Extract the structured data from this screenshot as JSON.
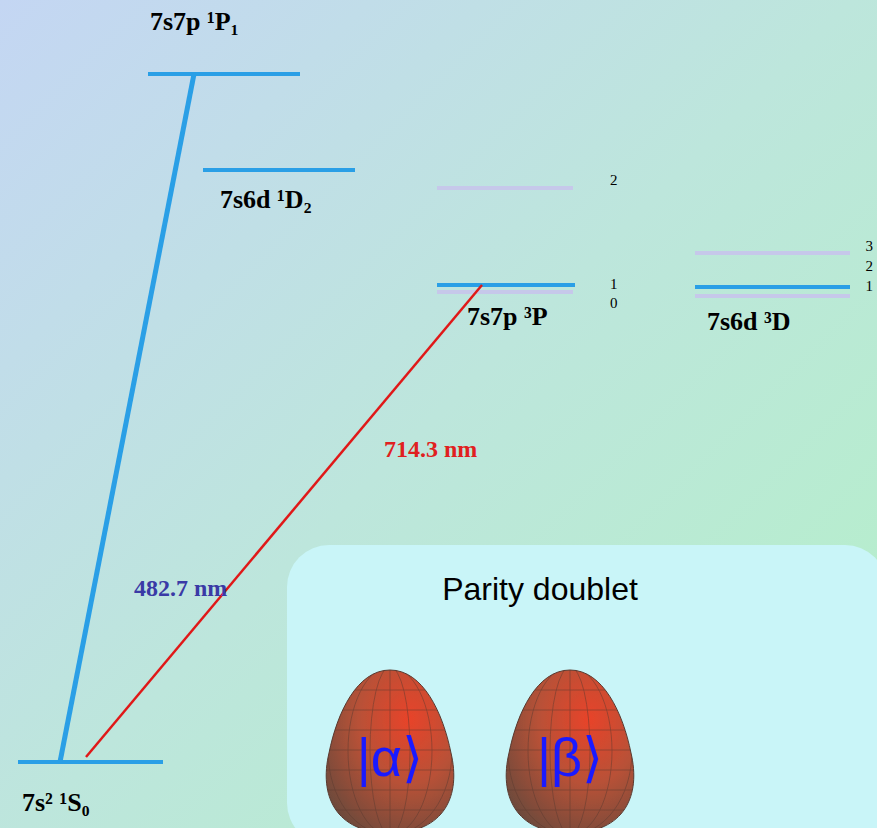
{
  "diagram": {
    "nodes": [
      {
        "text": [
          "Parity doublet"
        ]
      },
      {
        "text": [
          "|α⟩"
        ],
        "in": 0
      },
      {
        "text": [
          "|β⟩"
        ],
        "in": 0
      }
    ],
    "labels": [
      "7s7p ¹P₁",
      "7s6d ¹D₂",
      "2",
      "1",
      "0",
      "7s7p ³P",
      "3",
      "2",
      "1",
      "7s6d ³D",
      "482.7 nm",
      "714.3 nm",
      "7s² ¹S₀"
    ]
  }
}
